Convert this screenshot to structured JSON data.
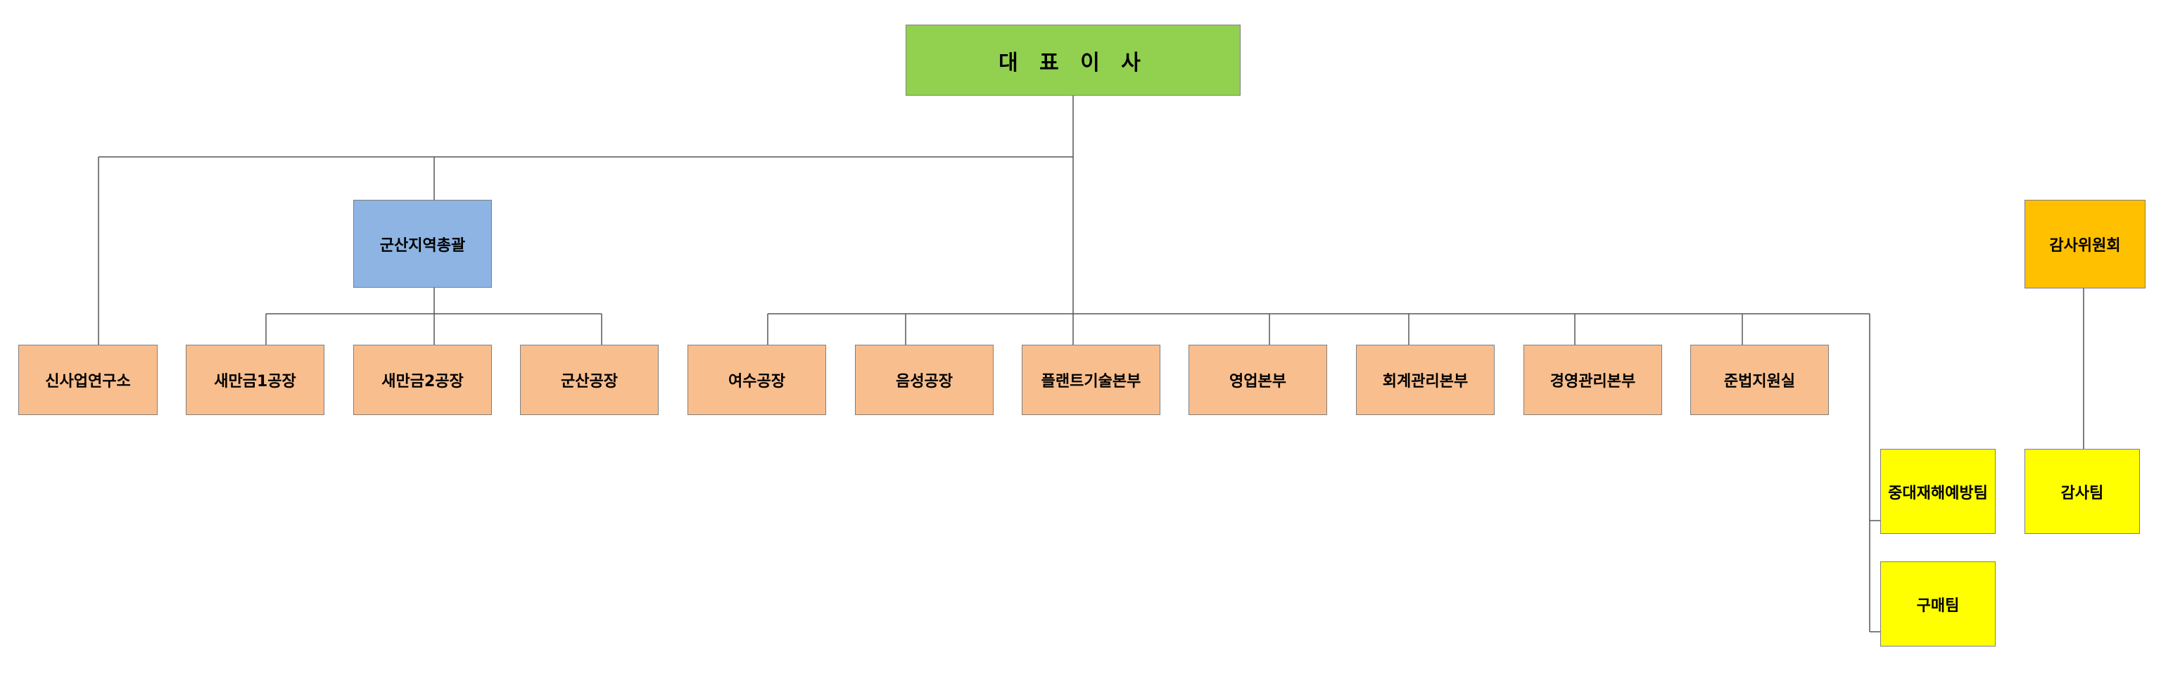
{
  "chart": {
    "ceo": "대 표 이 사",
    "gunsan_hq": "군산지역총괄",
    "audit_committee": "감사위원회",
    "new_biz_lab": "신사업연구소",
    "saemangeum1": "새만금1공장",
    "saemangeum2": "새만금2공장",
    "gunsan_plant": "군산공장",
    "yeosu_plant": "여수공장",
    "eumseong_plant": "음성공장",
    "plant_tech": "플랜트기술본부",
    "sales": "영업본부",
    "accounting": "회계관리본부",
    "management": "경영관리본부",
    "compliance": "준법지원실",
    "disaster_prevention": "중대재해예방팀",
    "purchasing": "구매팀",
    "audit_team": "감사팀"
  },
  "colors": {
    "ceo": "#92d050",
    "regional": "#8db4e2",
    "department": "#f9be8e",
    "audit_committee": "#ffc000",
    "team": "#ffff00",
    "line": "#555555"
  }
}
